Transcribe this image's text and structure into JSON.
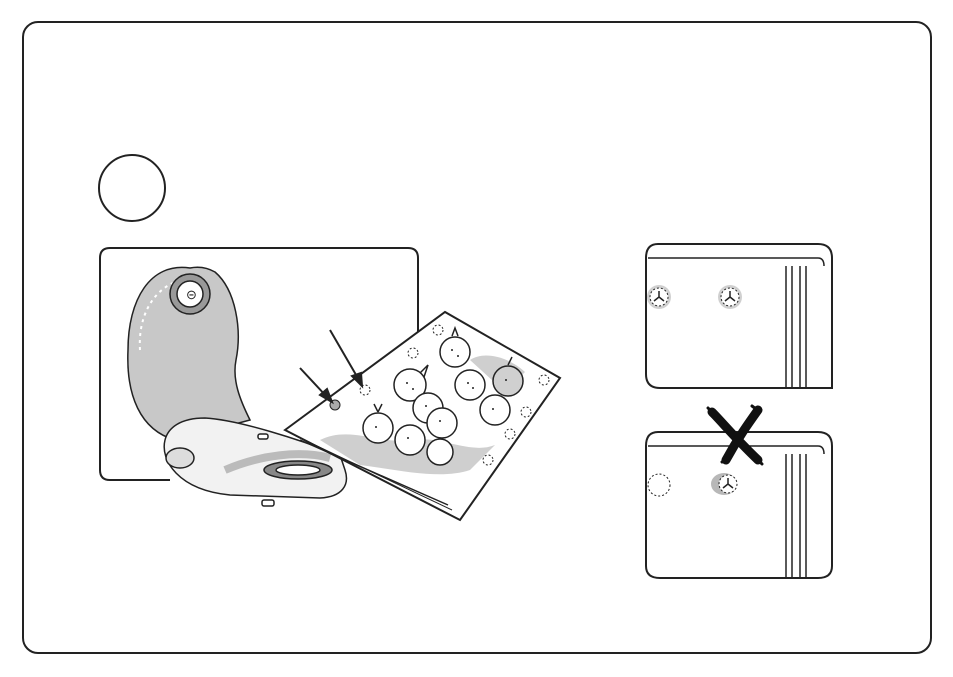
{
  "step": {
    "number": ""
  },
  "colors": {
    "stroke": "#222222",
    "fill_gray": "#c8c8c8",
    "fill_light": "#e6e6e6"
  },
  "illustration": {
    "main": "vacuum-sealer-and-bag-with-strawberries",
    "panel_correct": "valve-positions-correct",
    "panel_wrong": "valve-positions-wrong",
    "wrong_mark": "x-mark-icon"
  }
}
